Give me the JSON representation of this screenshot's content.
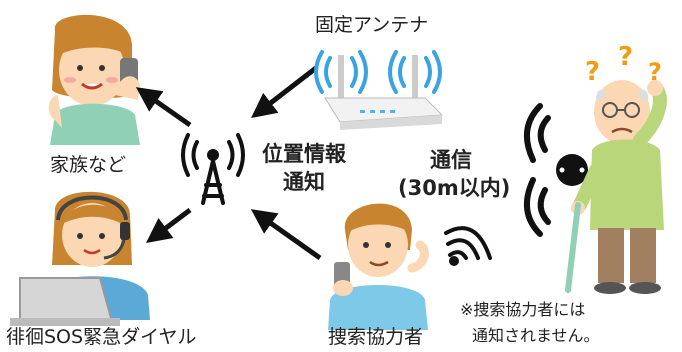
{
  "labels": {
    "antenna": "固定アンテナ",
    "family": "家族など",
    "call_center": "徘徊SOS緊急ダイヤル",
    "position_notice_line1": "位置情報",
    "position_notice_line2": "通知",
    "comm_line1": "通信",
    "comm_line2": "(30m以内)",
    "searcher": "捜索協力者",
    "note_line1": "※捜索協力者には",
    "note_line2": "通知されません。"
  },
  "colors": {
    "arrow": "#111111",
    "shirt_green": "#8fd0b6",
    "shirt_blue": "#7ec8e8",
    "elder_shirt": "#b9d77a",
    "hair_brown": "#c8842e",
    "skin": "#fbd7b4",
    "signal_blue": "#3aa3e0",
    "question": "#f39c12",
    "device_black": "#111111"
  },
  "icons": [
    "tower-icon",
    "router-icon",
    "signal-waves-icon",
    "beacon-icon",
    "question-mark-icon"
  ]
}
